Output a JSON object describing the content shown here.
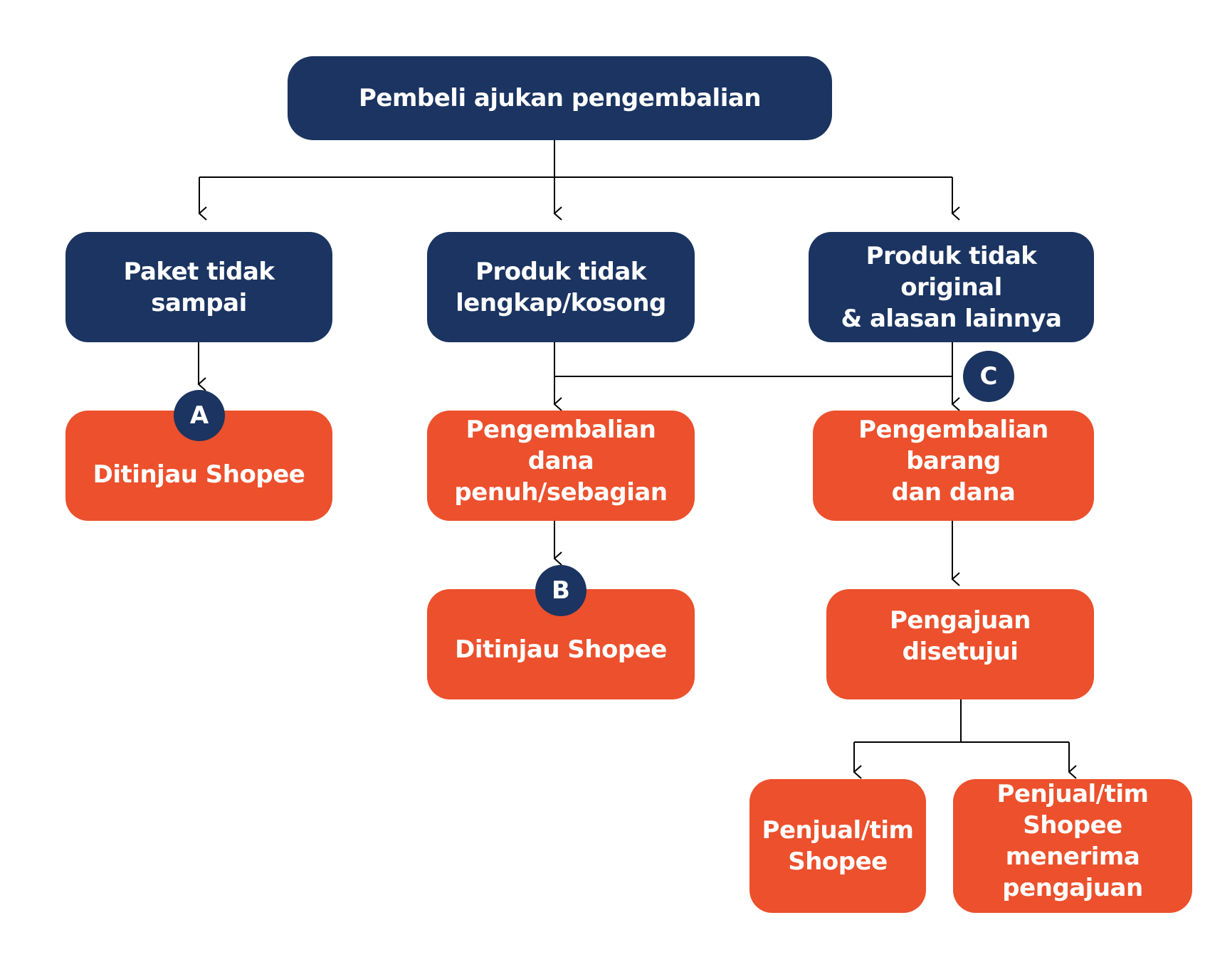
{
  "diagram": {
    "title": "Pembeli ajukan pengembalian",
    "colors": {
      "navy": "#1b3461",
      "orange": "#ec502c",
      "line": "#000000",
      "background": "#ffffff"
    },
    "nodes": {
      "root": "Pembeli ajukan pengembalian",
      "reason_a": "Paket tidak\nsampai",
      "reason_b": "Produk tidak\nlengkap/kosong",
      "reason_c": "Produk tidak original\n& alasan lainnya",
      "outcome_a": "Ditinjau Shopee",
      "outcome_b": "Pengembalian dana\npenuh/sebagian",
      "outcome_c": "Pengembalian barang\ndan dana",
      "review_b": "Ditinjau Shopee",
      "approved_c": "Pengajuan disetujui",
      "final_left": "Penjual/tim\nShopee",
      "final_right": "Penjual/tim\nShopee menerima\npengajuan"
    },
    "badges": {
      "a": "A",
      "b": "B",
      "c": "C"
    },
    "edges": [
      [
        "root",
        "reason_a"
      ],
      [
        "root",
        "reason_b"
      ],
      [
        "root",
        "reason_c"
      ],
      [
        "reason_a",
        "outcome_a"
      ],
      [
        "reason_b",
        "outcome_b"
      ],
      [
        "reason_b",
        "outcome_c"
      ],
      [
        "reason_c",
        "outcome_c"
      ],
      [
        "outcome_b",
        "review_b"
      ],
      [
        "outcome_c",
        "approved_c"
      ],
      [
        "approved_c",
        "final_left"
      ],
      [
        "approved_c",
        "final_right"
      ]
    ]
  }
}
